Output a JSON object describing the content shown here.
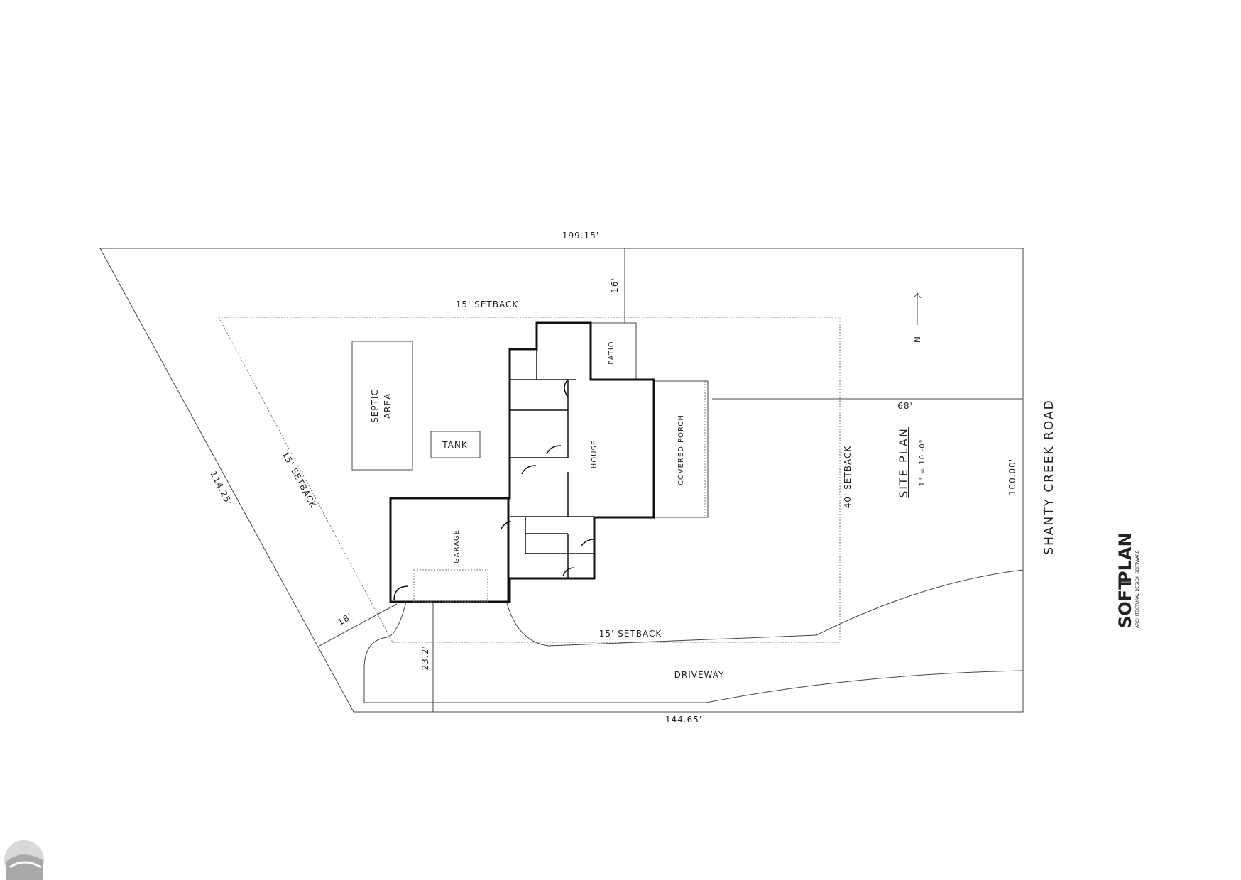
{
  "title": "SITE PLAN",
  "scale": "1\" = 10'-0\"",
  "road": "SHANTY CREEK ROAD",
  "north": "N",
  "dims": {
    "top": "199.15'",
    "bottom": "144.65'",
    "left": "114.25'",
    "right": "100.00'",
    "north_offset": "16'",
    "porch_to_line": "68'",
    "garage_corner": "18'",
    "driveway_offset": "23.2'"
  },
  "setbacks": {
    "north": "15' SETBACK",
    "west": "15' SETBACK",
    "south": "15' SETBACK",
    "east": "40' SETBACK"
  },
  "labels": {
    "septic_1": "SEPTIC",
    "septic_2": "AREA",
    "tank": "TANK",
    "house": "HOUSE",
    "patio": "PATIO",
    "porch": "COVERED PORCH",
    "garage": "GARAGE",
    "driveway": "DRIVEWAY"
  },
  "logo": {
    "text_a": "SOFT",
    "text_b": "PLAN",
    "tagline": "ARCHITECTURAL DESIGN SOFTWARE",
    "color_a": "#c8202f",
    "color_b": "#1c2f6b"
  }
}
